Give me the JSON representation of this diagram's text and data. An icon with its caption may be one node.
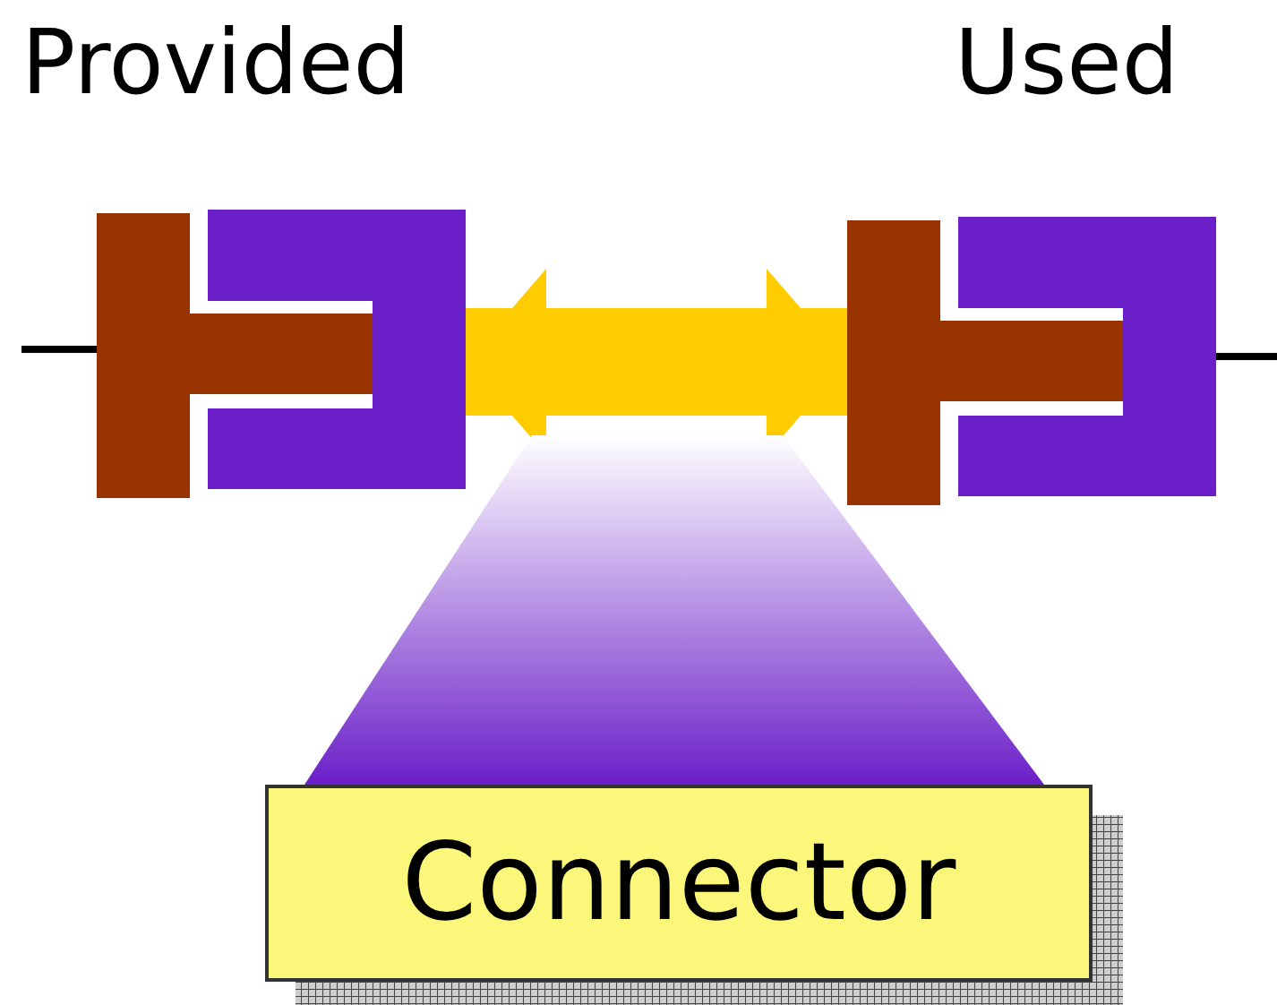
{
  "diagram": {
    "nodes": [
      {
        "text": [
          "Provided"
        ]
      },
      {
        "text": [
          "Used"
        ]
      },
      {
        "text": [
          "Connector"
        ]
      },
      {
        "text": [],
        "shape": "trapezoid"
      }
    ],
    "edges": [
      {
        "from": 0,
        "to": 1,
        "arrow": "both",
        "style": "thick",
        "color": "#ffcc00"
      },
      {
        "from": 0,
        "to": null,
        "arrow": "none"
      },
      {
        "from": 1,
        "to": null,
        "arrow": "none"
      }
    ]
  }
}
